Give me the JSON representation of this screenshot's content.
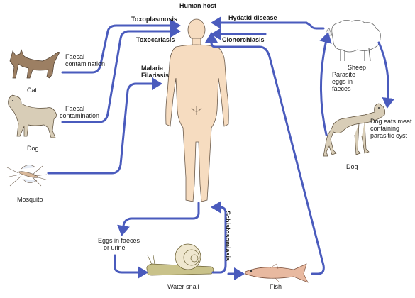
{
  "title": "Human host",
  "colors": {
    "arrow": "#4a5bbd",
    "skin": "#f6dcc0",
    "skin_outline": "#6b5a4a"
  },
  "diseases": {
    "toxoplasmosis": "Toxoplasmosis",
    "toxocariasis": "Toxocariasis",
    "malaria": "Malaria",
    "filariasis": "Filariasis",
    "hydatid": "Hydatid disease",
    "clonorchiasis": "Clonorchiasis",
    "schistosomiasis": "Schistosomiasis"
  },
  "animals": {
    "cat": "Cat",
    "dog_left": "Dog",
    "mosquito": "Mosquito",
    "sheep": "Sheep",
    "dog_right": "Dog",
    "snail": "Water snail",
    "fish": "Fish"
  },
  "notes": {
    "faecal1_a": "Faecal",
    "faecal1_b": "contamination",
    "faecal2_a": "Faecal",
    "faecal2_b": "contamination",
    "parasite_a": "Parasite",
    "parasite_b": "eggs in",
    "parasite_c": "faeces",
    "dogeats_a": "Dog eats meat",
    "dogeats_b": "containing",
    "dogeats_c": "parasitic cyst",
    "eggs_a": "Eggs in faeces",
    "eggs_b": "or urine"
  },
  "icons": [
    "cat-icon",
    "dog-icon",
    "mosquito-icon",
    "sheep-icon",
    "snail-icon",
    "fish-icon",
    "human-figure"
  ]
}
